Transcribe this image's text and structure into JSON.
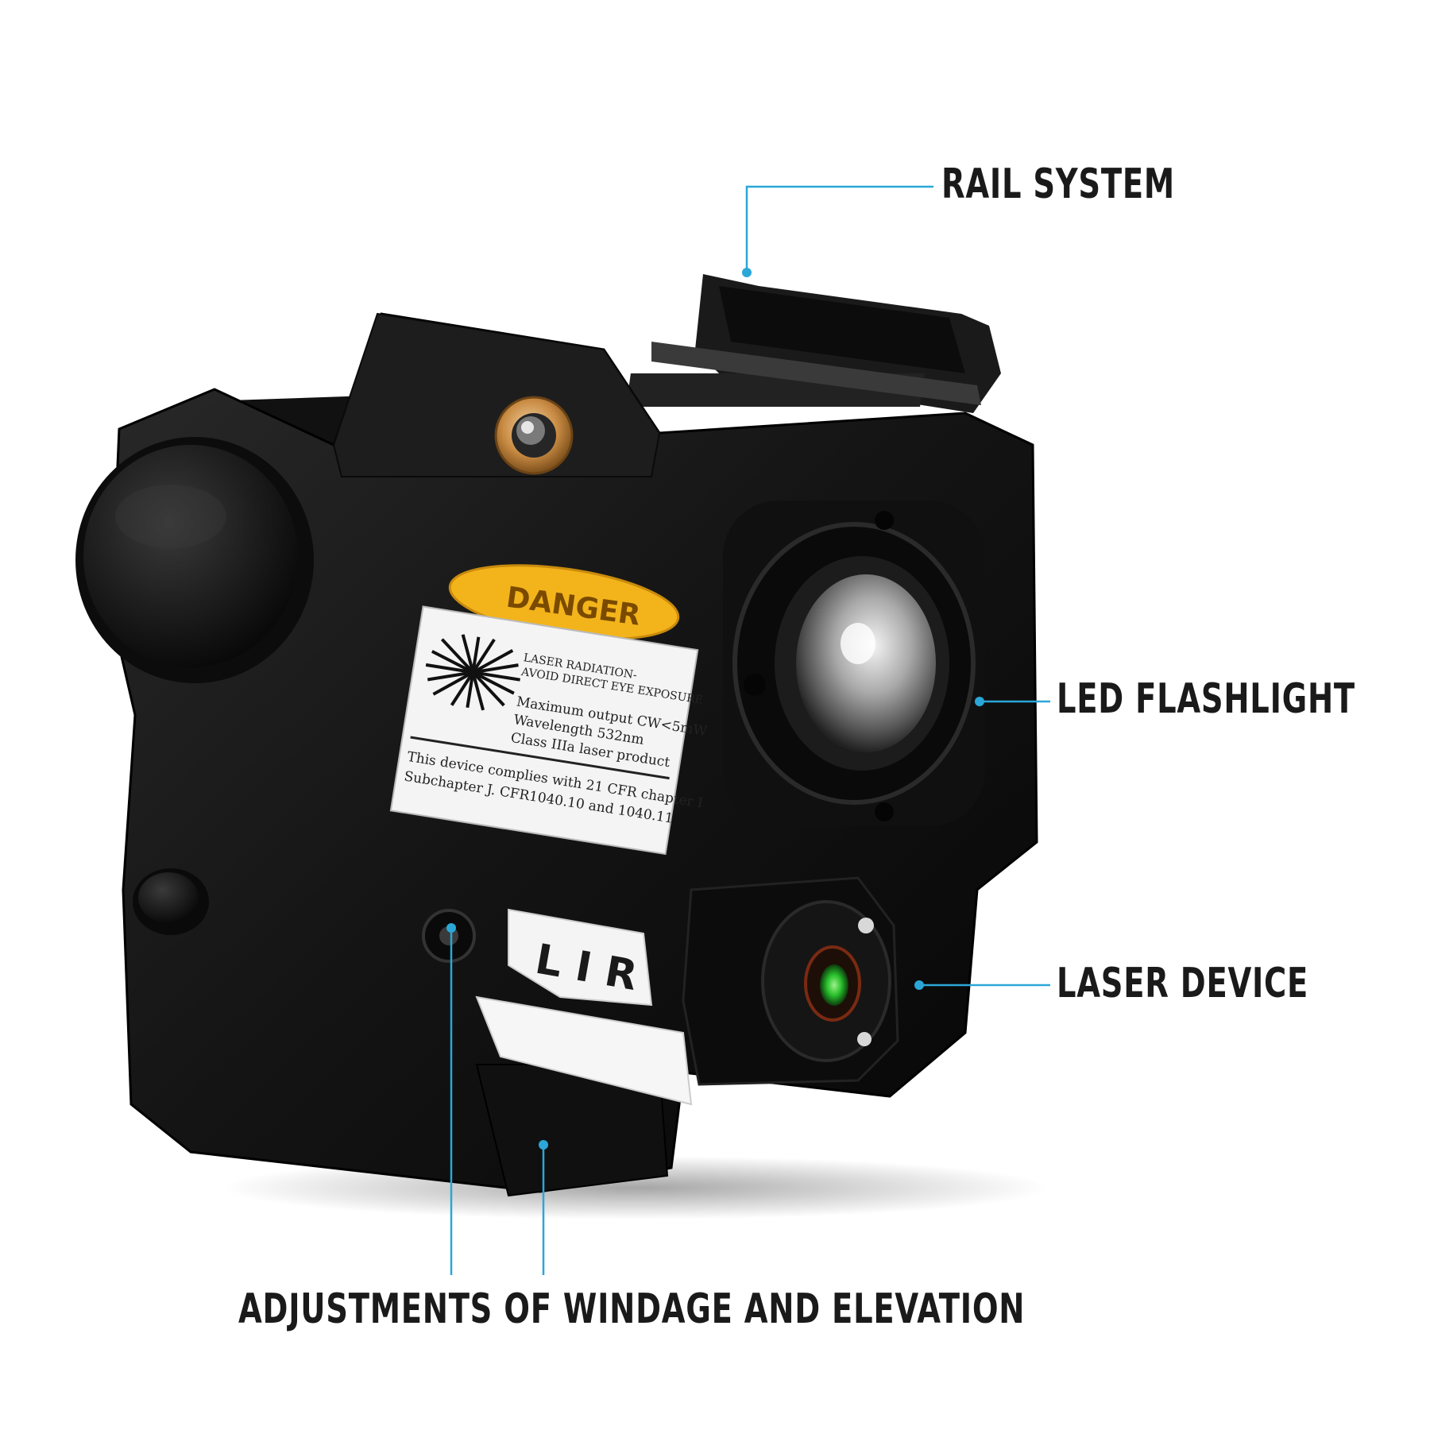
{
  "labels": {
    "rail_system": "RAIL SYSTEM",
    "led_flashlight": "LED FLASHLIGHT",
    "laser_device": "LASER DEVICE",
    "adjustments": "ADJUSTMENTS OF WINDAGE AND ELEVATION"
  },
  "device": {
    "danger_label": "DANGER",
    "warning_lines": [
      "LASER RADIATION-",
      "AVOID DIRECT EYE EXPOSURE",
      "Maximum output CW<5mW",
      "Wavelength 532nm",
      "Class IIIa laser product",
      "This device complies with 21 CFR chapter I",
      "Subchapter J. CFR1040.10 and 1040.11"
    ],
    "switch_label": "L I R"
  },
  "colors": {
    "callout_line": "#2aa7d8",
    "body": "#151515",
    "danger_badge": "#f3b41b",
    "laser_green": "#29c12c"
  }
}
